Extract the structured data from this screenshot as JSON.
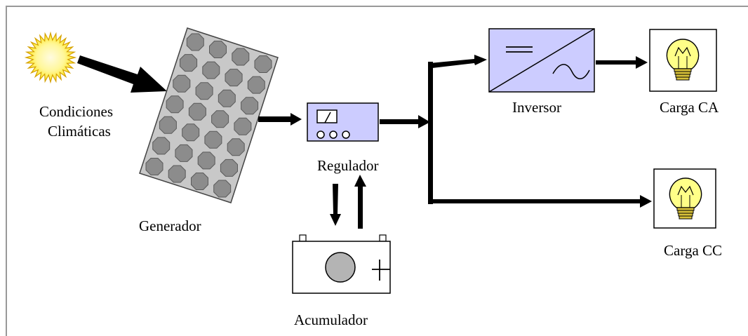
{
  "labels": {
    "conditions_line1": "Condiciones",
    "conditions_line2": "Climáticas",
    "generator": "Generador",
    "regulator": "Regulador",
    "accumulator": "Acumulador",
    "inverter": "Inversor",
    "load_ac": "Carga CA",
    "load_dc": "Carga CC"
  },
  "colors": {
    "sun_fill": "#ffee33",
    "sun_center": "#fffbe0",
    "panel_fill": "#c8c8c8",
    "cell_fill": "#8c8c8c",
    "device_fill": "#ccccff",
    "bulb_fill": "#ffff88",
    "battery_circle": "#b4b4b4",
    "frame": "#999999",
    "arrow": "#000000"
  },
  "icons": [
    "sun-icon",
    "solar-panel-icon",
    "regulator-icon",
    "battery-icon",
    "inverter-icon",
    "lightbulb-icon"
  ]
}
